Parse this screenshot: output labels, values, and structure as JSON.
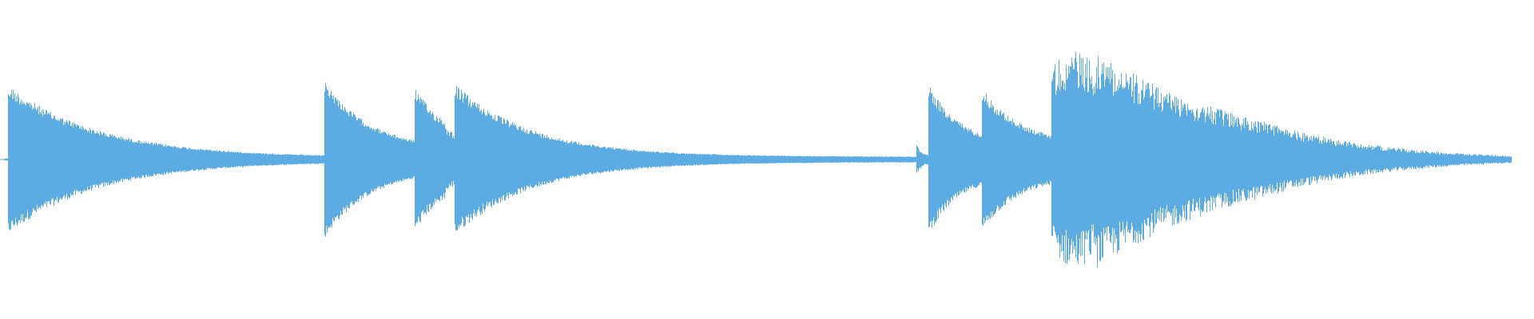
{
  "waveform": {
    "color": "#5dabe3",
    "background": "#ffffff",
    "peak_scale": 1.0,
    "onsets": [
      {
        "t": 0.005,
        "peak": 0.47,
        "floor": 0.012,
        "decay": 0.06,
        "noise": 0.18
      },
      {
        "t": 0.211,
        "peak": 0.5,
        "floor": 0.06,
        "decay": 0.03,
        "noise": 0.15
      },
      {
        "t": 0.27,
        "peak": 0.46,
        "floor": 0.12,
        "decay": 0.02,
        "noise": 0.18
      },
      {
        "t": 0.29,
        "peak": 0.22,
        "floor": 0.12,
        "decay": 0.008,
        "noise": 0.25
      },
      {
        "t": 0.296,
        "peak": 0.48,
        "floor": 0.018,
        "decay": 0.05,
        "noise": 0.18
      },
      {
        "t": 0.597,
        "peak": 0.1,
        "floor": 0.02,
        "decay": 0.004,
        "noise": 0.3
      },
      {
        "t": 0.605,
        "peak": 0.48,
        "floor": 0.1,
        "decay": 0.02,
        "noise": 0.18
      },
      {
        "t": 0.64,
        "peak": 0.45,
        "floor": 0.1,
        "decay": 0.025,
        "noise": 0.18
      },
      {
        "t": 0.685,
        "peak": 0.68,
        "floor": 0.02,
        "decay": 0.1,
        "noise": 0.35,
        "attack": 0.03
      }
    ],
    "start_t": 0.003,
    "end_t": 0.985,
    "base_floor": 0.006
  }
}
